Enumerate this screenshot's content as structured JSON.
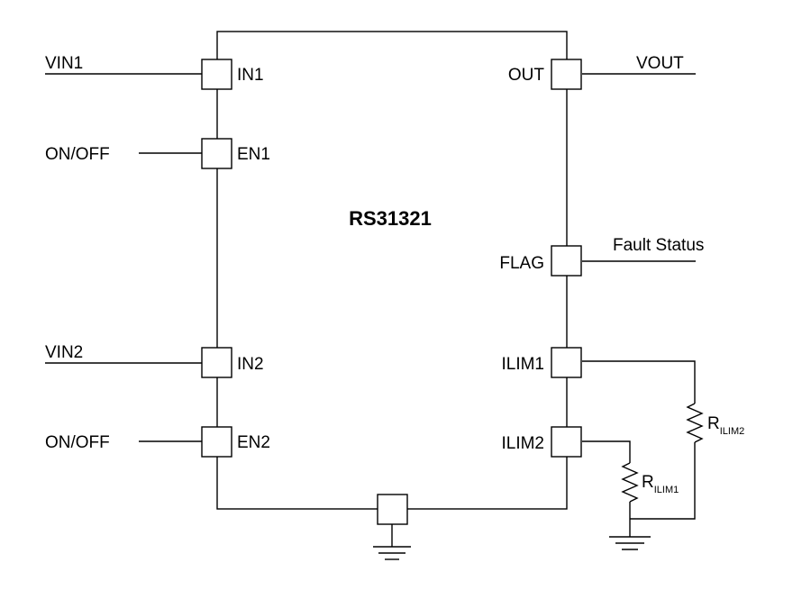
{
  "chip": {
    "name": "RS31321"
  },
  "pins": {
    "in1": "IN1",
    "en1": "EN1",
    "in2": "IN2",
    "en2": "EN2",
    "out": "OUT",
    "flag": "FLAG",
    "ilim1": "ILIM1",
    "ilim2": "ILIM2"
  },
  "nets": {
    "vin1": "VIN1",
    "vin2": "VIN2",
    "on_off_1": "ON/OFF",
    "on_off_2": "ON/OFF",
    "vout": "VOUT",
    "fault_status": "Fault Status"
  },
  "resistors": {
    "rilim1": {
      "main": "R",
      "sub": "ILIM1"
    },
    "rilim2": {
      "main": "R",
      "sub": "ILIM2"
    }
  },
  "icons": [
    "ground-icon",
    "resistor-icon"
  ]
}
